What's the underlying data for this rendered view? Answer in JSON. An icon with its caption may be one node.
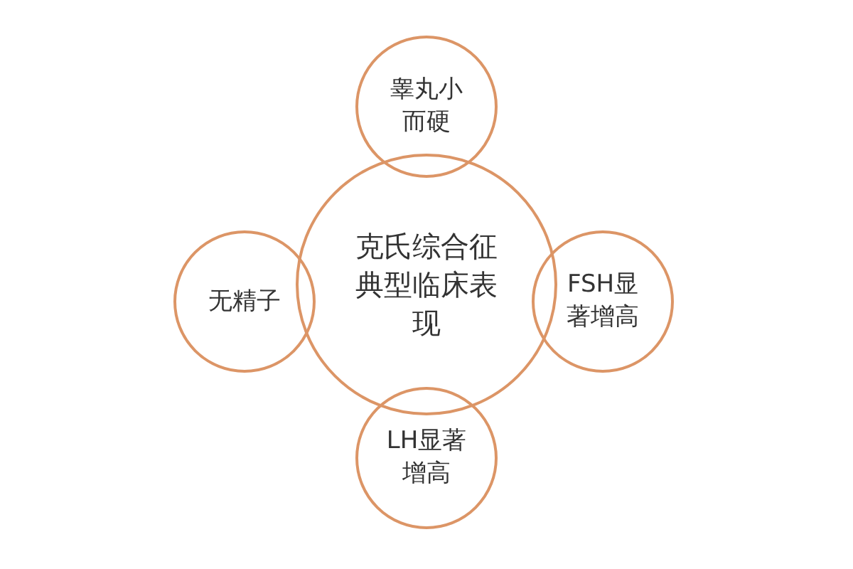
{
  "diagram": {
    "nodes": [
      {
        "text": [
          "克氏综合征典型临床表现"
        ]
      },
      {
        "text": [
          "睾丸小而硬"
        ]
      },
      {
        "text": [
          "无精子"
        ]
      },
      {
        "text": [
          "FSH显著增高"
        ]
      },
      {
        "text": [
          "LH显著增高"
        ]
      }
    ]
  }
}
